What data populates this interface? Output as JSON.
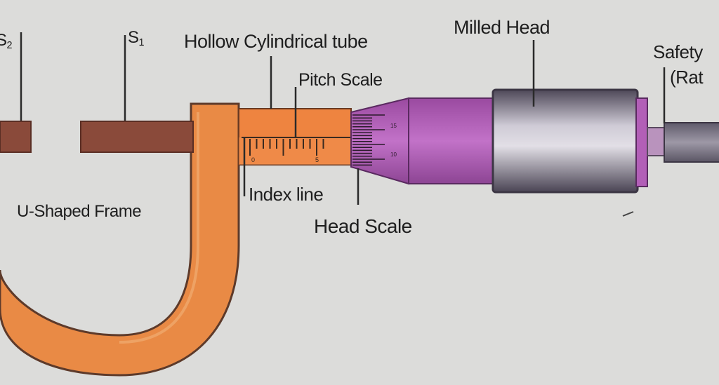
{
  "labels": {
    "s2": "S",
    "s2_sub": "2",
    "s1": "S",
    "s1_sub": "1",
    "hollow_tube": "Hollow Cylindrical tube",
    "pitch_scale": "Pitch Scale",
    "milled_head": "Milled Head",
    "safety": "Safety",
    "ratchet_partial": "(Rat",
    "u_frame": "U-Shaped Frame",
    "index_line": "Index line",
    "head_scale": "Head Scale"
  },
  "pitch_scale_numbers": [
    "0",
    "5"
  ],
  "head_scale_numbers": [
    "15",
    "10"
  ],
  "colors": {
    "background": "#dcdcda",
    "frame_orange": "#e98a45",
    "frame_outline": "#5d3a2a",
    "rod_brown": "#8a4a3a",
    "sleeve_orange": "#ee8440",
    "thimble_purple": "#b25fb7",
    "milled_head_grey": "#7b7585",
    "ratchet_grey": "#7a7585",
    "line_dark": "#2a2a2a"
  }
}
